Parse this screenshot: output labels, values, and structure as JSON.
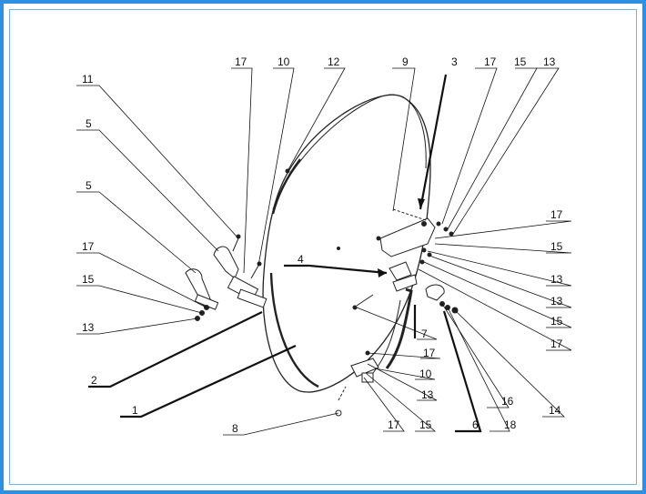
{
  "frame": {
    "border_color": "#2f8fe0",
    "background": "#ffffff"
  },
  "callouts": [
    {
      "id": "c11a",
      "label": "11"
    },
    {
      "id": "c5a",
      "label": "5"
    },
    {
      "id": "c5b",
      "label": "5"
    },
    {
      "id": "c17a",
      "label": "17"
    },
    {
      "id": "c15a",
      "label": "15"
    },
    {
      "id": "c13a",
      "label": "13"
    },
    {
      "id": "c17b",
      "label": "17"
    },
    {
      "id": "c10a",
      "label": "10"
    },
    {
      "id": "c12",
      "label": "12"
    },
    {
      "id": "c9",
      "label": "9"
    },
    {
      "id": "c3",
      "label": "3"
    },
    {
      "id": "c17c",
      "label": "17"
    },
    {
      "id": "c15b",
      "label": "15"
    },
    {
      "id": "c13b",
      "label": "13"
    },
    {
      "id": "c17d",
      "label": "17"
    },
    {
      "id": "c15c",
      "label": "15"
    },
    {
      "id": "c4",
      "label": "4"
    },
    {
      "id": "c13c",
      "label": "13"
    },
    {
      "id": "c13d",
      "label": "13"
    },
    {
      "id": "c15d",
      "label": "15"
    },
    {
      "id": "c17e",
      "label": "17"
    },
    {
      "id": "c7",
      "label": "7"
    },
    {
      "id": "c17f",
      "label": "17"
    },
    {
      "id": "c10b",
      "label": "10"
    },
    {
      "id": "c13e",
      "label": "13"
    },
    {
      "id": "c2",
      "label": "2"
    },
    {
      "id": "c1",
      "label": "1"
    },
    {
      "id": "c8",
      "label": "8"
    },
    {
      "id": "c17g",
      "label": "17"
    },
    {
      "id": "c15e",
      "label": "15"
    },
    {
      "id": "c6",
      "label": "6"
    },
    {
      "id": "c18",
      "label": "18"
    },
    {
      "id": "c16",
      "label": "16"
    },
    {
      "id": "c14",
      "label": "14"
    }
  ]
}
